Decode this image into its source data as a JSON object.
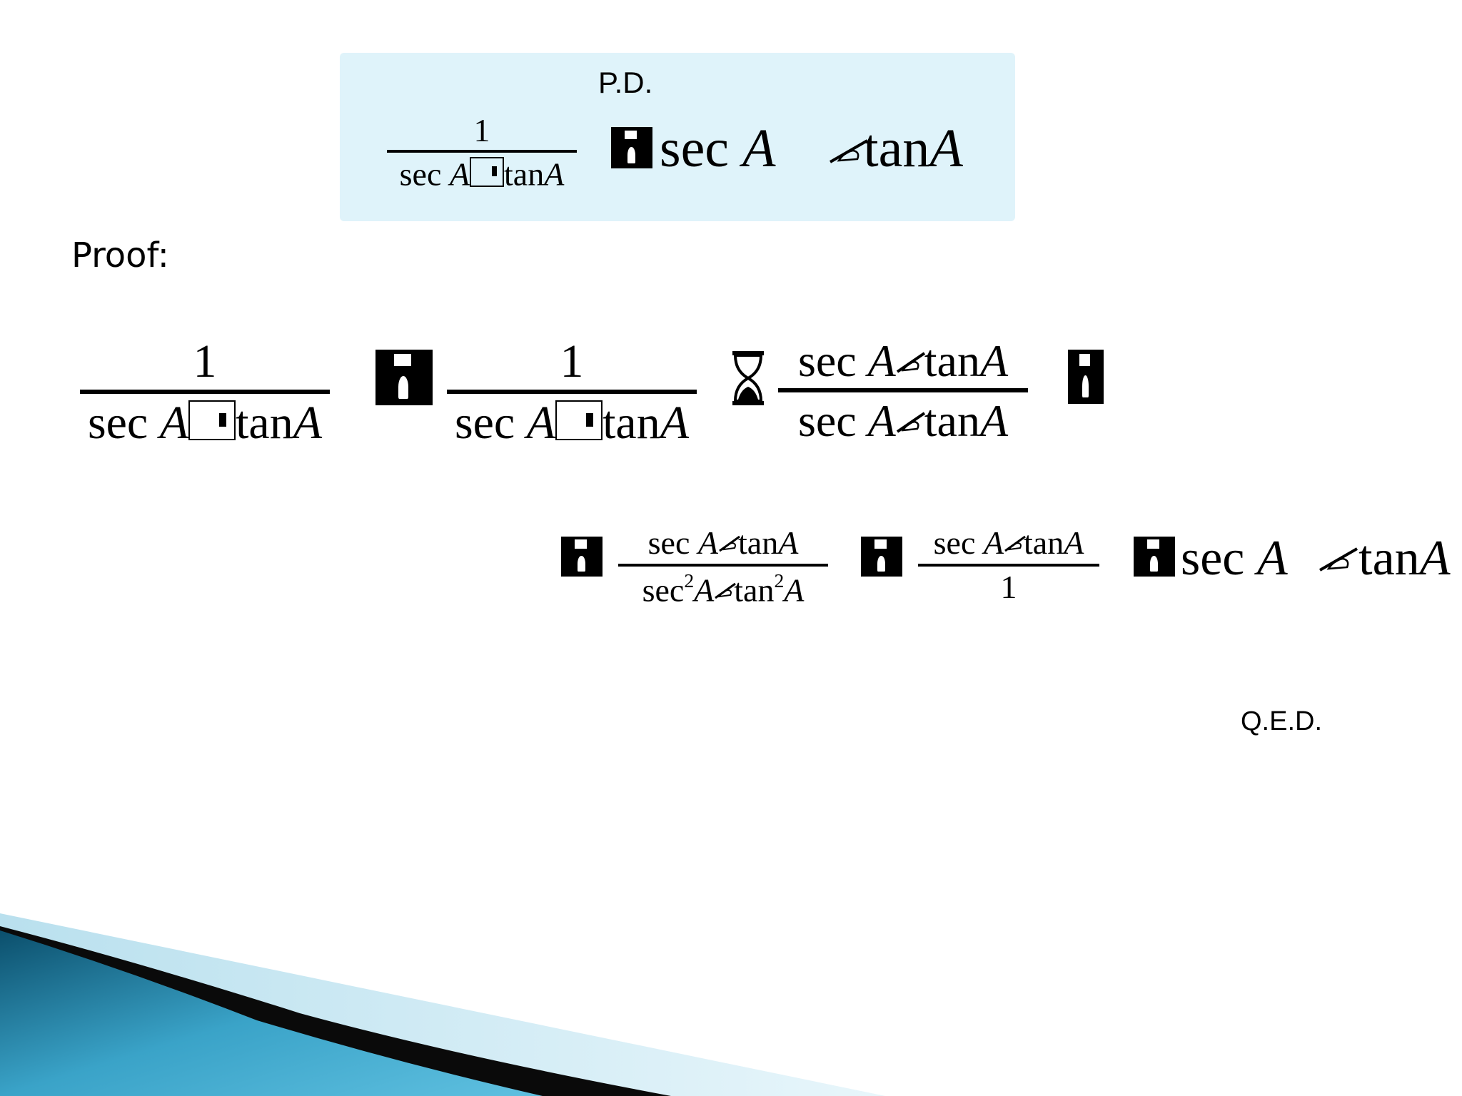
{
  "labels": {
    "pd": "P.D.",
    "proof": "Proof:",
    "qed": "Q.E.D."
  },
  "math": {
    "one": "1",
    "sec": "sec",
    "tan": "tan",
    "A": "A",
    "squared": "2"
  },
  "icons": {
    "equals_glyph": "floppy-disk-icon",
    "minus_glyph": "writing-hand-icon",
    "times_glyph": "hourglass-icon",
    "plus_glyph": "box-glyph-icon"
  },
  "colors": {
    "box_background": "#dff3fa",
    "swoosh_dark": "#0b4f6c",
    "swoosh_light": "#5fc0e0"
  }
}
